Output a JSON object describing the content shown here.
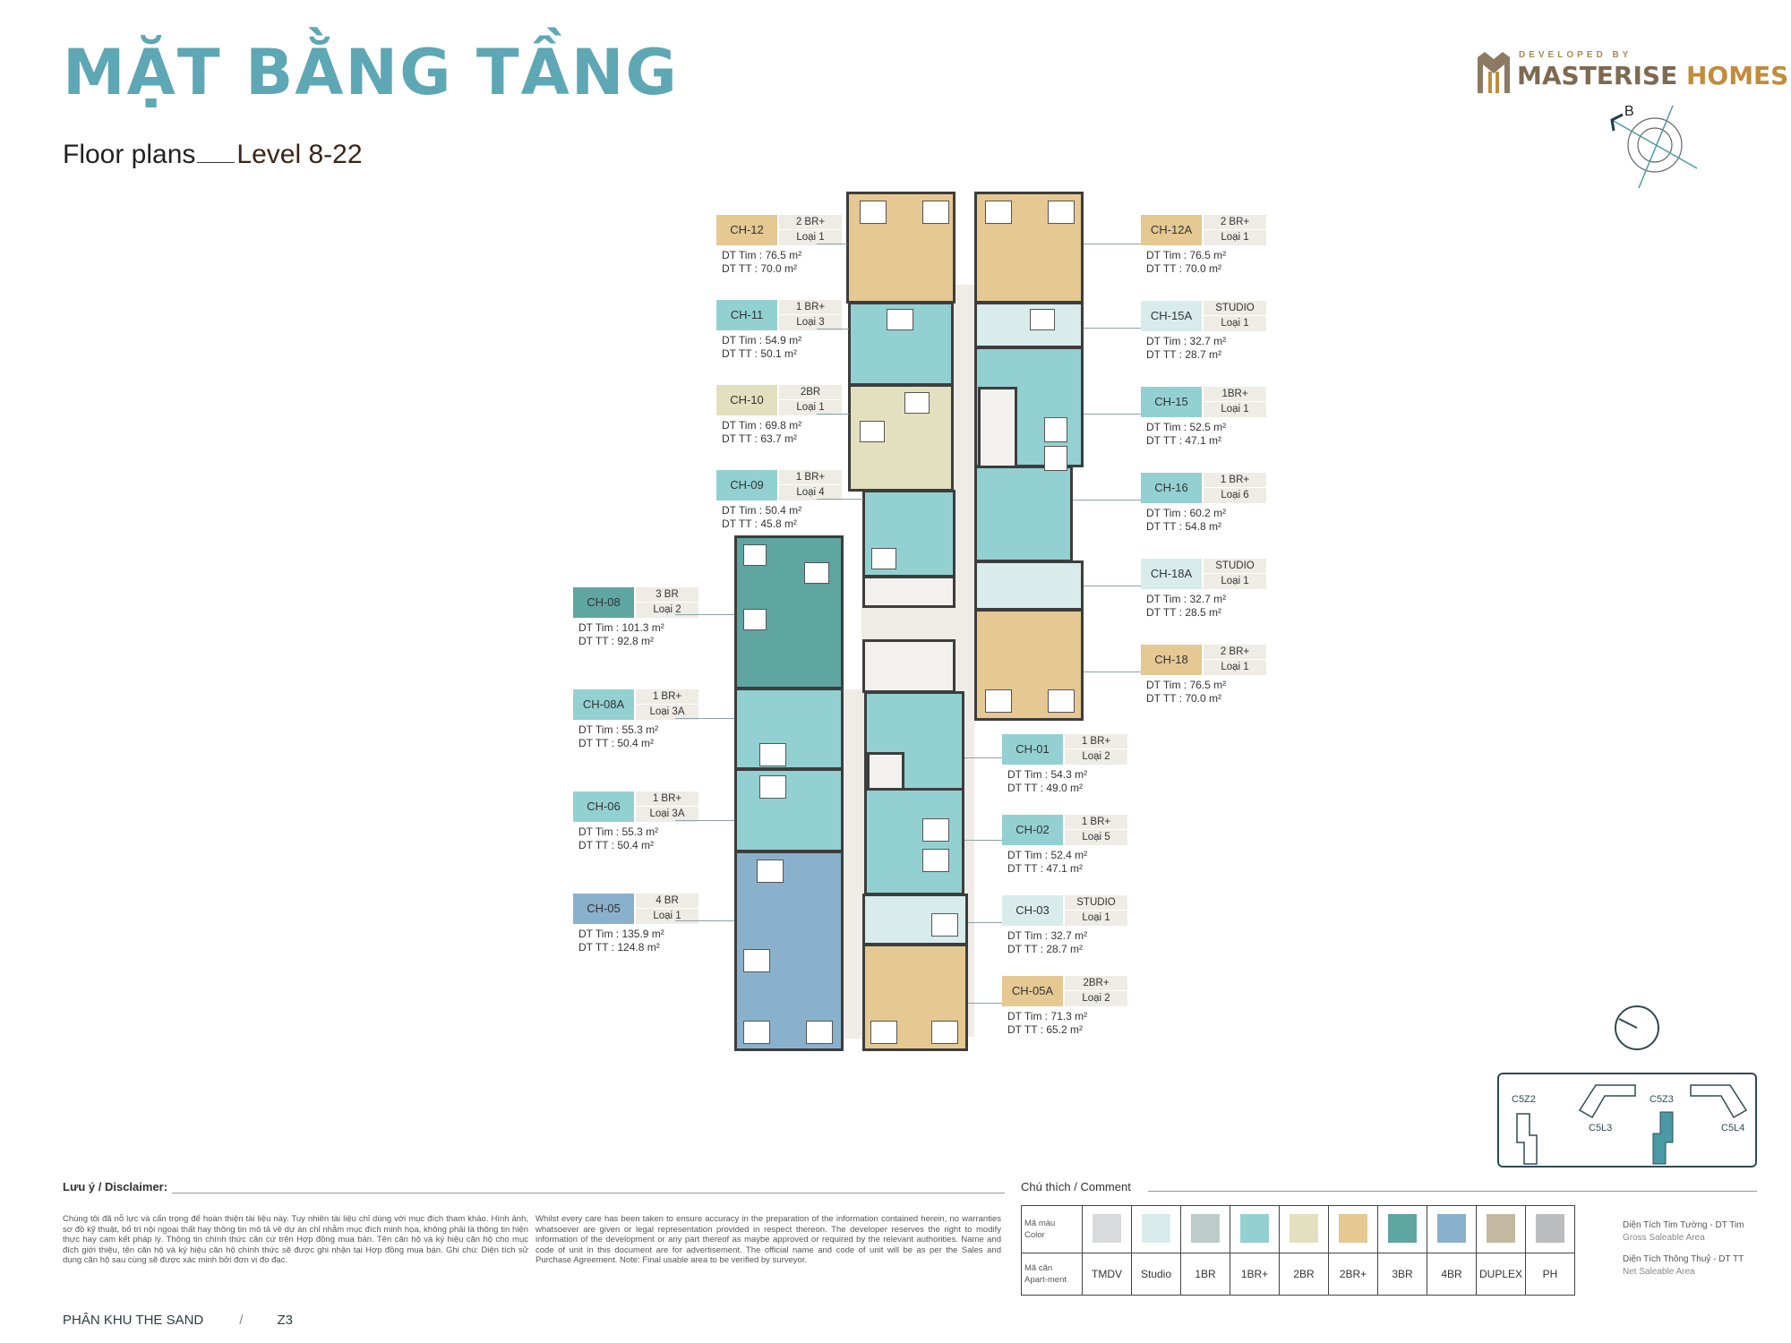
{
  "header": {
    "title": "MẶT BẰNG TẦNG",
    "subtitle_prefix": "Floor plans",
    "subtitle_level": "Level 8-22"
  },
  "logo": {
    "developed_by": "DEVELOPED BY",
    "name_part1": "MASTERISE",
    "name_part2": "HOMES"
  },
  "compass": {
    "label": "B"
  },
  "units_left": [
    {
      "code": "CH-12",
      "type": "2 BR+",
      "loai": "Loại 1",
      "dt_tim": "DT Tim : 76.5 m²",
      "dt_tt": "DT TT   : 70.0 m²",
      "color": "#e5c892"
    },
    {
      "code": "CH-11",
      "type": "1 BR+",
      "loai": "Loại 3",
      "dt_tim": "DT Tim : 54.9 m²",
      "dt_tt": "DT TT   : 50.1 m²",
      "color": "#93d0d2"
    },
    {
      "code": "CH-10",
      "type": "2BR",
      "loai": "Loại 1",
      "dt_tim": "DT Tim : 69.8 m²",
      "dt_tt": "DT TT   : 63.7 m²",
      "color": "#e3e0bf"
    },
    {
      "code": "CH-09",
      "type": "1 BR+",
      "loai": "Loại 4",
      "dt_tim": "DT Tim : 50.4 m²",
      "dt_tt": "DT TT   : 45.8 m²",
      "color": "#93d0d2"
    },
    {
      "code": "CH-08",
      "type": "3 BR",
      "loai": "Loại 2",
      "dt_tim": "DT Tim : 101.3 m²",
      "dt_tt": "DT TT   : 92.8 m²",
      "color": "#5fa5a2"
    },
    {
      "code": "CH-08A",
      "type": "1 BR+",
      "loai": "Loại 3A",
      "dt_tim": "DT Tim : 55.3 m²",
      "dt_tt": "DT TT   : 50.4 m²",
      "color": "#93d0d2"
    },
    {
      "code": "CH-06",
      "type": "1 BR+",
      "loai": "Loại 3A",
      "dt_tim": "DT Tim : 55.3 m²",
      "dt_tt": "DT TT   : 50.4 m²",
      "color": "#93d0d2"
    },
    {
      "code": "CH-05",
      "type": "4 BR",
      "loai": "Loại 1",
      "dt_tim": "DT Tim : 135.9 m²",
      "dt_tt": "DT TT   : 124.8 m²",
      "color": "#8ab1cc"
    }
  ],
  "units_right": [
    {
      "code": "CH-12A",
      "type": "2 BR+",
      "loai": "Loại 1",
      "dt_tim": "DT Tim : 76.5 m²",
      "dt_tt": "DT TT   : 70.0 m²",
      "color": "#e5c892"
    },
    {
      "code": "CH-15A",
      "type": "STUDIO",
      "loai": "Loại 1",
      "dt_tim": "DT Tim : 32.7 m²",
      "dt_tt": "DT TT   : 28.7 m²",
      "color": "#d8ecec"
    },
    {
      "code": "CH-15",
      "type": "1BR+",
      "loai": "Loại 1",
      "dt_tim": "DT Tim : 52.5 m²",
      "dt_tt": "DT TT   : 47.1 m²",
      "color": "#93d0d2"
    },
    {
      "code": "CH-16",
      "type": "1 BR+",
      "loai": "Loại 6",
      "dt_tim": "DT Tim : 60.2 m²",
      "dt_tt": "DT TT   : 54.8 m²",
      "color": "#93d0d2"
    },
    {
      "code": "CH-18A",
      "type": "STUDIO",
      "loai": "Loại 1",
      "dt_tim": "DT Tim : 32.7 m²",
      "dt_tt": "DT TT   : 28.5 m²",
      "color": "#d8ecec"
    },
    {
      "code": "CH-18",
      "type": "2 BR+",
      "loai": "Loại 1",
      "dt_tim": "DT Tim : 76.5 m²",
      "dt_tt": "DT TT   : 70.0 m²",
      "color": "#e5c892"
    },
    {
      "code": "CH-01",
      "type": "1 BR+",
      "loai": "Loại 2",
      "dt_tim": "DT Tim : 54.3 m²",
      "dt_tt": "DT TT   : 49.0 m²",
      "color": "#93d0d2"
    },
    {
      "code": "CH-02",
      "type": "1 BR+",
      "loai": "Loại 5",
      "dt_tim": "DT Tim : 52.4 m²",
      "dt_tt": "DT TT   : 47.1 m²",
      "color": "#93d0d2"
    },
    {
      "code": "CH-03",
      "type": "STUDIO",
      "loai": "Loại 1",
      "dt_tim": "DT Tim : 32.7 m²",
      "dt_tt": "DT TT   : 28.7 m²",
      "color": "#d8ecec"
    },
    {
      "code": "CH-05A",
      "type": "2BR+",
      "loai": "Loại 2",
      "dt_tim": "DT Tim :  71.3 m²",
      "dt_tt": "DT TT   : 65.2 m²",
      "color": "#e5c892"
    }
  ],
  "disclaimer": {
    "title": "Lưu ý / Disclaimer:",
    "vn": "Chúng tôi đã nỗ lực và cẩn trọng để hoàn thiện tài liệu này. Tuy nhiên tài liệu chỉ dùng với mục đích tham khảo. Hình ảnh, sơ đồ kỹ thuật, bố trí nội ngoại thất hay thông tin mô tả về dự án chỉ nhằm mục đích minh họa, không phải là thông tin hiện thực hay cam kết pháp lý. Thông tin chính thức căn cứ trên Hợp đồng mua bán. Tên căn hộ và ký hiệu căn hộ cho mục đích giới thiệu, tên căn hộ và ký hiệu căn hộ chính thức sẽ được ghi nhận tại Hợp đồng mua bán. Ghi chú: Diện tích sử dụng căn hộ sau cùng sẽ được xác minh bởi đơn vị đo đạc.",
    "en": "Whilst every care has been taken to ensure accuracy in the preparation of the information contained herein, no warranties whatsoever are given or legal representation provided in respect thereon. The developer reserves the right to modify information of the development or any part thereof as maybe approved or required by the relevant authorities. Name and code of unit in this document are for advertisement. The official name and code of unit will be as per the Sales and Purchase Agreement. Note: Final usable area to be verified by surveyor."
  },
  "comment": {
    "title": "Chú thích / Comment",
    "row1_label_vn": "Mã màu",
    "row1_label_en": "Color",
    "row2_label_vn": "Mã căn",
    "row2_label_en": "Apart-ment",
    "legend": [
      {
        "label": "TMDV",
        "color": "#d9dadb"
      },
      {
        "label": "Studio",
        "color": "#d8ecec"
      },
      {
        "label": "1BR",
        "color": "#bccdc9"
      },
      {
        "label": "1BR+",
        "color": "#93d0d2"
      },
      {
        "label": "2BR",
        "color": "#e3e0bf"
      },
      {
        "label": "2BR+",
        "color": "#e5c892"
      },
      {
        "label": "3BR",
        "color": "#5fa5a2"
      },
      {
        "label": "4BR",
        "color": "#8ab1cc"
      },
      {
        "label": "DUPLEX",
        "color": "#c2b9a0"
      },
      {
        "label": "PH",
        "color": "#bbbcbe"
      }
    ]
  },
  "area_definitions": {
    "gross_vn": "Diện Tích Tim Tường - DT Tim",
    "gross_en": "Gross Saleable Area",
    "net_vn": "Diện Tích Thông Thuỷ - DT TT",
    "net_en": "Net Saleable Area"
  },
  "keymap": {
    "labels": [
      "C5Z2",
      "C5L3",
      "C5Z3",
      "C5L4"
    ],
    "highlighted": "C5Z3",
    "highlight_color": "#4a9aa6"
  },
  "footer": {
    "zone": "PHÂN KHU THE SAND",
    "separator": "/",
    "block": "Z3"
  }
}
